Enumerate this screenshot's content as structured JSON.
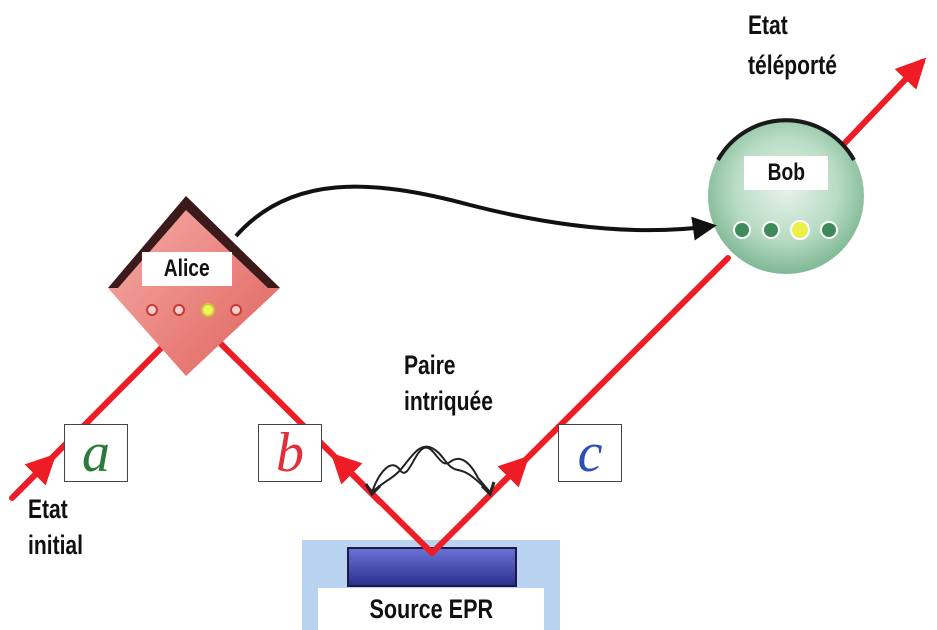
{
  "labels": {
    "initial_state": [
      "Etat",
      "initial"
    ],
    "teleported_state": [
      "Etat",
      "téléporté"
    ],
    "entangled_pair": [
      "Paire",
      "intriquée"
    ]
  },
  "nodes": {
    "alice": "Alice",
    "bob": "Bob",
    "source": "Source EPR"
  },
  "photons": [
    {
      "id": "a",
      "label": "a",
      "color": "#2a7a3a"
    },
    {
      "id": "b",
      "label": "b",
      "color": "#e0303a"
    },
    {
      "id": "c",
      "label": "c",
      "color": "#2a4fb8"
    }
  ],
  "colors": {
    "beam": "#ee1c24",
    "alice_fill": "#f08a86",
    "bob_fill": "#a8d4b8",
    "source_bg": "#b8d2ef",
    "classical_channel": "#111111"
  }
}
